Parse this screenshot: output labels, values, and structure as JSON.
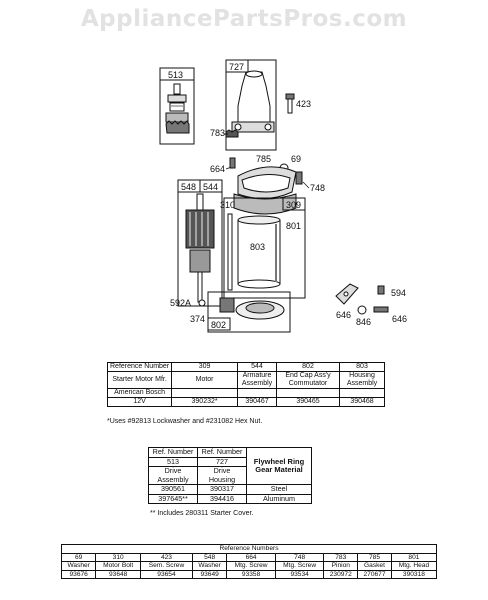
{
  "watermark": "AppliancePartsPros.com",
  "diagram": {
    "callouts": {
      "p513": "513",
      "p727": "727",
      "p423": "423",
      "p783": "783",
      "p664": "664",
      "p785": "785",
      "p69": "69",
      "p748": "748",
      "p548": "548",
      "p544": "544",
      "p310": "310",
      "p309": "309",
      "p801": "801",
      "p803": "803",
      "p592a": "592A",
      "p374": "374",
      "p802": "802",
      "p594": "594",
      "p646a": "646",
      "p846": "846",
      "p646b": "646"
    }
  },
  "table1": {
    "headers": [
      "Reference Number",
      "309",
      "544",
      "802",
      "803"
    ],
    "row_desc": [
      "Starter Motor Mfr.",
      "Motor",
      "Armature Assembly",
      "End Cap Ass'y Commutator",
      "Housing Assembly"
    ],
    "row_mfr": [
      "American Bosch",
      "",
      "",
      "",
      ""
    ],
    "row_12v": [
      "12V",
      "390232*",
      "390467",
      "390465",
      "390468"
    ],
    "note": "*Uses #92813 Lockwasher and #231082 Hex Nut."
  },
  "table2": {
    "ref_label": [
      "Ref. Number",
      "Ref. Number"
    ],
    "ref_nums": [
      "513",
      "727"
    ],
    "desc": [
      "Drive Assembly",
      "Drive Housing"
    ],
    "material_header": "Flywheel Ring Gear Material",
    "rows": [
      [
        "390561",
        "390317",
        "Steel"
      ],
      [
        "397645**",
        "394416",
        "Aluminum"
      ]
    ],
    "note": "** Includes 280311 Starter Cover."
  },
  "table3": {
    "title": "Reference Numbers",
    "numbers": [
      "69",
      "310",
      "423",
      "548",
      "664",
      "748",
      "783",
      "785",
      "801"
    ],
    "names": [
      "Washer",
      "Motor Bolt",
      "Sem. Screw",
      "Washer",
      "Mtg. Screw",
      "Mtg. Screw",
      "Pinion",
      "Gasket",
      "Mtg. Head"
    ],
    "parts": [
      "93676",
      "93648",
      "93654",
      "93649",
      "93358",
      "93534",
      "230972",
      "270677",
      "390318"
    ]
  }
}
